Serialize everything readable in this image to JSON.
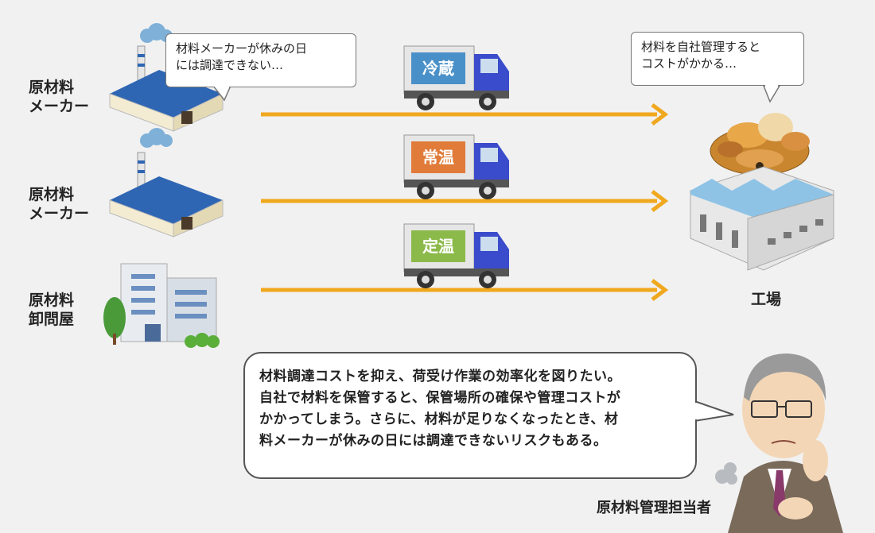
{
  "sources": [
    {
      "label": "原材料\nメーカー"
    },
    {
      "label": "原材料\nメーカー"
    },
    {
      "label": "原材料\n卸問屋"
    }
  ],
  "trucks": [
    {
      "label": "冷蔵",
      "color": "#4a90c8"
    },
    {
      "label": "常温",
      "color": "#e07b3a"
    },
    {
      "label": "定温",
      "color": "#8cba4a"
    }
  ],
  "bubbles": {
    "supplier_note": "材料メーカーが休みの日\nには調達できない…",
    "factory_note": "材料を自社管理すると\nコストがかかる…"
  },
  "factory_label": "工場",
  "main_bubble": {
    "lines": [
      "材料調達コストを抑え、荷受け作業の効率化を図りたい。",
      "自社で材料を保管すると、保管場所の確保や管理コストが",
      "かかってしまう。さらに、材料が足りなくなったとき、材",
      "料メーカーが休みの日には調達できないリスクもある。"
    ]
  },
  "person_label": "原材料管理担当者",
  "colors": {
    "arrow": "#f0a81e",
    "roof": "#2f66b3",
    "truck_body": "#3a4ccc"
  }
}
